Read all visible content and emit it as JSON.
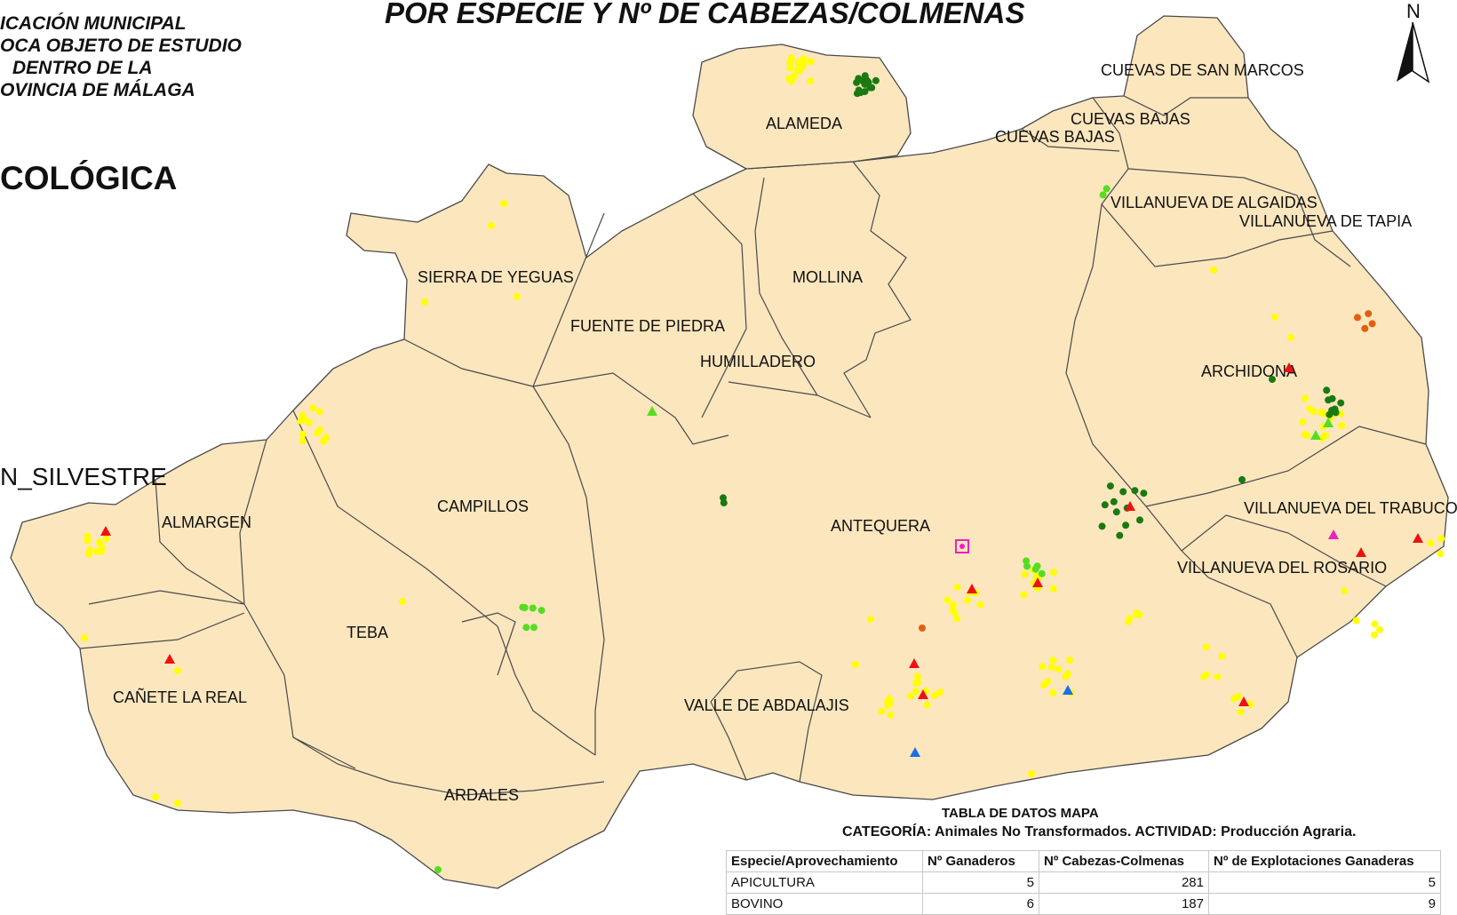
{
  "titles": {
    "left_block": [
      "ICACIÓN MUNICIPAL",
      "OCA OBJETO DE ESTUDIO",
      "DENTRO DE LA",
      "OVINCIA DE MÁLAGA"
    ],
    "section_label": "COLÓGICA",
    "main_title": "POR ESPECIE Y Nº DE CABEZAS/COLMENAS",
    "side_label": "N_SILVESTRE",
    "north_letter": "N"
  },
  "municipalities": [
    "ALAMEDA",
    "CUEVAS DE SAN MARCOS",
    "CUEVAS BAJAS",
    "CUEVAS BAJAS",
    "VILLANUEVA DE ALGAIDAS",
    "VILLANUEVA DE TAPIA",
    "SIERRA DE YEGUAS",
    "MOLLINA",
    "FUENTE DE PIEDRA",
    "HUMILLADERO",
    "ARCHIDONA",
    "VILLANUEVA DEL TRABUCO",
    "ALMARGEN",
    "CAMPILLOS",
    "ANTEQUERA",
    "VILLANUEVA DEL ROSARIO",
    "TEBA",
    "CAÑETE LA REAL",
    "VALLE DE ABDALAJIS",
    "ARDALES"
  ],
  "colors": {
    "land": "#fbe6be",
    "border": "#4a4a4a",
    "apicultura": "#ffff00",
    "green_dark": "#1a7a10",
    "green_light": "#55dd22",
    "orange": "#e06010",
    "red": "#ee1111",
    "blue": "#1a6ee8",
    "magenta": "#ee22bb"
  },
  "table": {
    "title": "TABLA DE DATOS MAPA",
    "subtitle": "CATEGORÍA: Animales No Transformados. ACTIVIDAD: Producción Agraria.",
    "headers": [
      "Especie/Aprovechamiento",
      "Nº Ganaderos",
      "Nº Cabezas-Colmenas",
      "Nº de Explotaciones Ganaderas"
    ],
    "rows": [
      [
        "APICULTURA",
        "5",
        "281",
        "5"
      ],
      [
        "BOVINO",
        "6",
        "187",
        "9"
      ]
    ]
  }
}
